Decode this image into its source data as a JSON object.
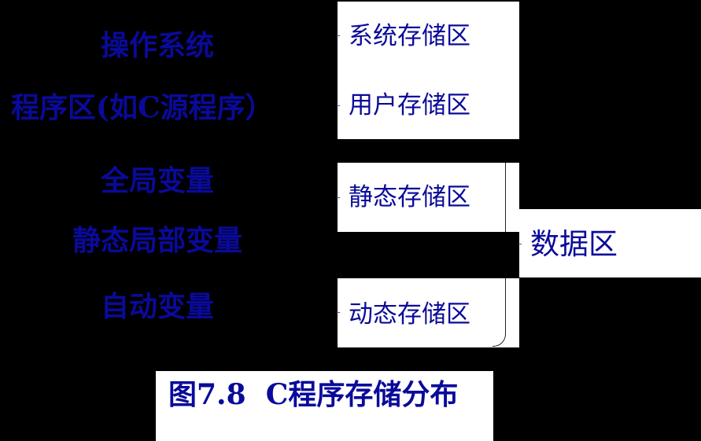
{
  "left_labels": [
    {
      "text": "操作系统"
    },
    {
      "text": "程序区(如C源程序）"
    },
    {
      "text": "全局变量"
    },
    {
      "text": "静态局部变量"
    },
    {
      "text": "自动变量"
    }
  ],
  "regions": {
    "system": "系统存储区",
    "user": "用户存储区",
    "static": "静态存储区",
    "dynamic": "动态存储区",
    "data": "数据区"
  },
  "caption": "图7.8  C程序存储分布",
  "colors": {
    "text": "#0a0a9a",
    "background": "#000000",
    "box": "#ffffff"
  }
}
